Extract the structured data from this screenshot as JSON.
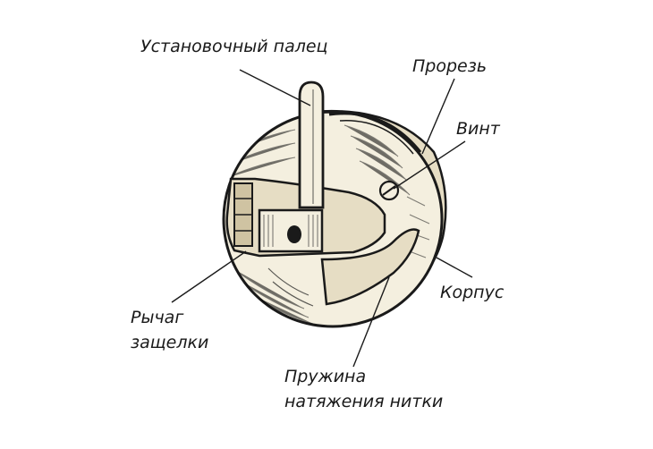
{
  "labels": {
    "pin": "Установочный палец",
    "slot": "Прорезь",
    "screw": "Винт",
    "body": "Корпус",
    "latch_line1": "Рычаг",
    "latch_line2": "защелки",
    "spring_line1": "Пружина",
    "spring_line2": "натяжения нитки"
  },
  "colors": {
    "ink": "#1a1a1a",
    "fill_light": "#f4efdf",
    "fill_mid": "#e6ddc4",
    "fill_dark": "#cfc3a2"
  }
}
